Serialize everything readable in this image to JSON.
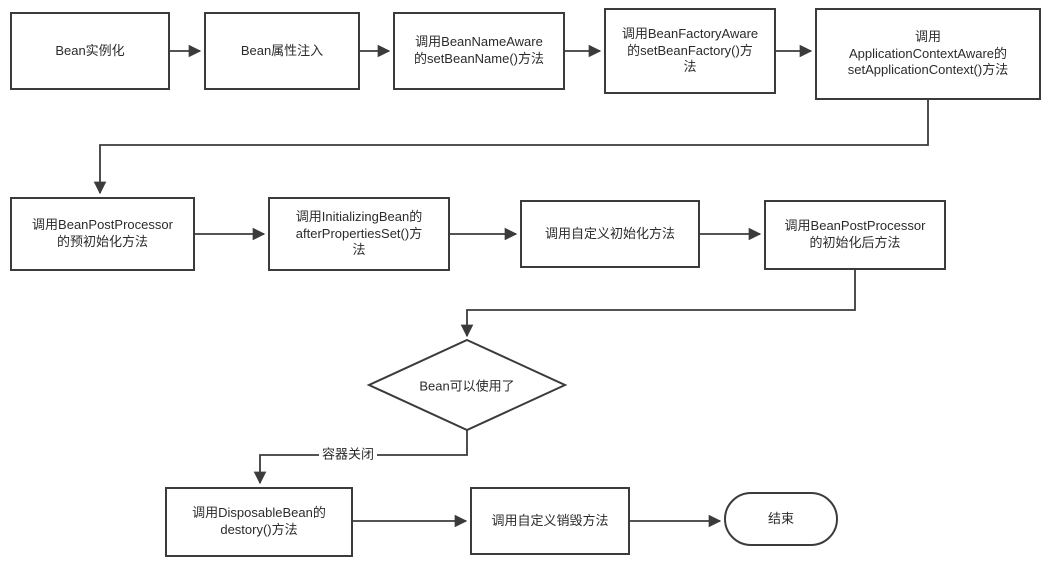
{
  "nodes": {
    "instantiate": "Bean实例化",
    "property_injection": "Bean属性注入",
    "bean_name_aware": "调用BeanNameAware\n的setBeanName()方法",
    "bean_factory_aware": "调用BeanFactoryAware\n的setBeanFactory()方\n法",
    "app_context_aware": "调用\nApplicationContextAware的\nsetApplicationContext()方法",
    "post_process_before": "调用BeanPostProcessor\n的预初始化方法",
    "initializing_bean": "调用InitializingBean的\nafterPropertiesSet()方\n法",
    "custom_init": "调用自定义初始化方法",
    "post_process_after": "调用BeanPostProcessor\n的初始化后方法",
    "decision_ready": "Bean可以使用了",
    "disposable_bean": "调用DisposableBean的\ndestory()方法",
    "custom_destroy": "调用自定义销毁方法",
    "end": "结束"
  },
  "edges": {
    "container_close_label": "容器关闭"
  },
  "colors": {
    "stroke": "#3b3b3b",
    "text": "#2b2b2b",
    "background": "#ffffff"
  }
}
